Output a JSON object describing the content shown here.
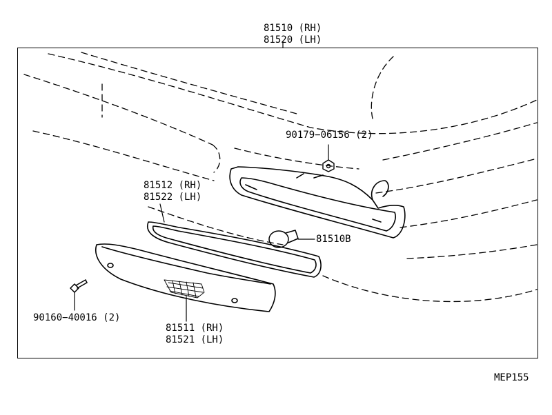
{
  "labels": {
    "lamp_assy_rh": "81510 (RH)",
    "lamp_assy_lh": "81520 (LH)",
    "nut": "90179−06156 (2)",
    "gasket_rh": "81512 (RH)",
    "gasket_lh": "81522 (LH)",
    "bulb": "81510B",
    "screw": "90160−40016 (2)",
    "lens_rh": "81511 (RH)",
    "lens_lh": "81521 (LH)",
    "figure_code": "MEP155"
  }
}
